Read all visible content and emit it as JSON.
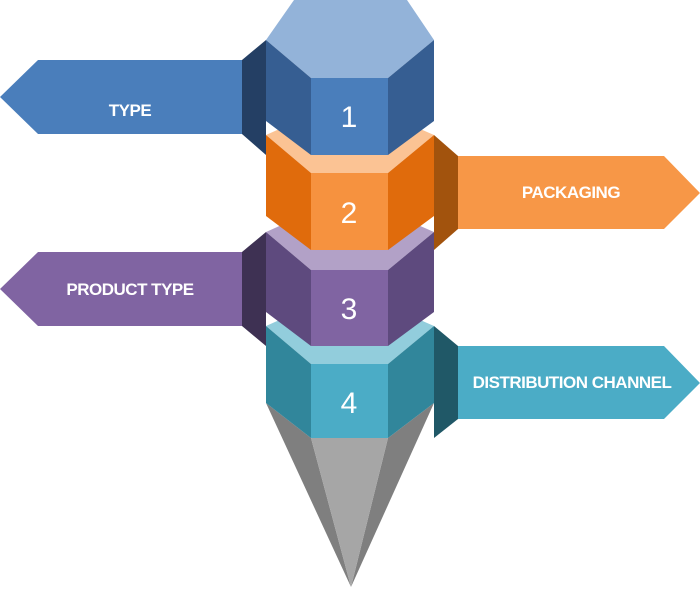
{
  "segments": [
    {
      "number": "1",
      "label": "TYPE",
      "colors": {
        "top": "#93B3D9",
        "left": "#365E92",
        "front": "#4A7EBB",
        "right": "#365E92",
        "arrow": "#4A7EBB",
        "fold": "#243F64"
      }
    },
    {
      "number": "2",
      "label": "PACKAGING",
      "colors": {
        "top": "#FBC394",
        "left": "#E06B0C",
        "front": "#F6923F",
        "right": "#E06B0C",
        "arrow": "#F79747",
        "fold": "#A2530D"
      }
    },
    {
      "number": "3",
      "label": "PRODUCT TYPE",
      "colors": {
        "top": "#B2A1C7",
        "left": "#5E4A7E",
        "front": "#8064A2",
        "right": "#5E4A7E",
        "arrow": "#8064A2",
        "fold": "#3E3153"
      }
    },
    {
      "number": "4",
      "label": "DISTRIBUTION CHANNEL",
      "colors": {
        "top": "#92CDDC",
        "left": "#31869B",
        "front": "#4BACC6",
        "right": "#31869B",
        "arrow": "#4BACC6",
        "fold": "#205867"
      }
    }
  ],
  "tip_colors": {
    "left": "#7F7F7F",
    "front": "#A6A6A6",
    "right": "#7F7F7F"
  }
}
